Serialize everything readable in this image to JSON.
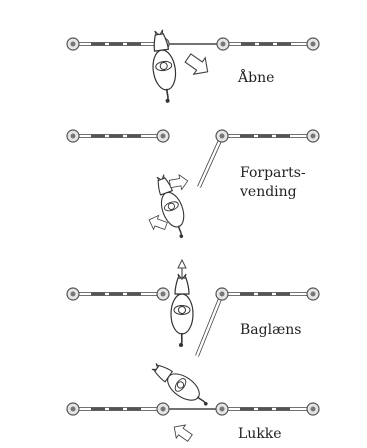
{
  "labels": {
    "open": "Åbne",
    "forehand_line1": "Forparts-",
    "forehand_line2": "vending",
    "backwards": "Baglæns",
    "close": "Lukke"
  },
  "icons": {
    "gate": "gate-pole-icon",
    "post": "gate-post-icon",
    "horse": "horse-rider-icon",
    "direction": "direction-arrow-icon"
  },
  "colors": {
    "ink": "#333333",
    "bar_fill": "#ffffff",
    "bar_dash": "#555555",
    "post_fill": "#e5e5e5",
    "bleed_text": "#c9c9c9"
  }
}
